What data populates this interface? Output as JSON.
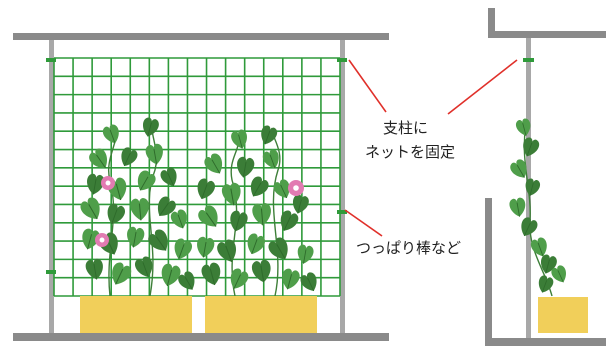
{
  "labels": {
    "fix_line1": "支柱に",
    "fix_line2": "ネットを固定",
    "tension_pole": "つっぱり棒など"
  },
  "colors": {
    "frame": "#8a8a8a",
    "pole": "#a8a8a8",
    "net": "#2f9a3a",
    "leaf": "#4f9e4a",
    "leaf_dark": "#3b7d37",
    "flower": "#e27bb2",
    "planter": "#f1cf5a",
    "leader_line": "#e0302a"
  },
  "icons": [
    "morning-glory-vine",
    "planter-box",
    "net-trellis"
  ]
}
